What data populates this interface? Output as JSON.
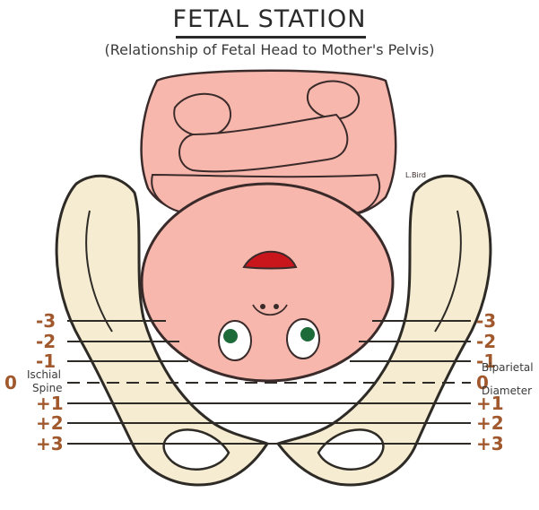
{
  "title": "FETAL STATION",
  "subtitle": "(Relationship of Fetal Head to Mother's Pelvis)",
  "signature": "L.Bird",
  "labels": {
    "ischial_spine_line1": "Ischial",
    "ischial_spine_line2": "Spine",
    "biparietal_line1": "Biparietal",
    "biparietal_line2": "Diameter"
  },
  "stations": {
    "left": [
      "-3",
      "-2",
      "-1",
      "0",
      "+1",
      "+2",
      "+3"
    ],
    "right": [
      "-3",
      "-2",
      "-1",
      "0",
      "+1",
      "+2",
      "+3"
    ]
  },
  "colors": {
    "skin": "#f7b7ac",
    "skin_outline": "#3a2a2a",
    "pelvis": "#f6ecd2",
    "mouth": "#c9151c",
    "eye_iris": "#1e6b3a",
    "station_numbers": "#a0582c"
  }
}
